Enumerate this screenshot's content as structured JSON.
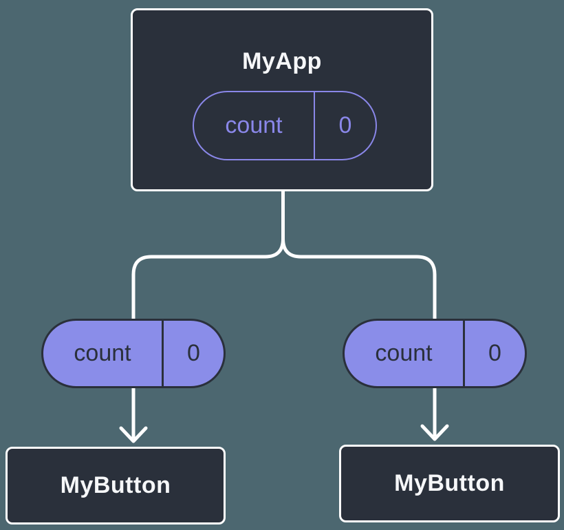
{
  "colors": {
    "background": "#4C6770",
    "node_fill": "#2A303B",
    "node_border": "#FFFFFF",
    "node_text": "#F6F7F9",
    "accent_purple": "#8A8DE9",
    "pill_dark_text": "#2A303B",
    "connector": "#FFFFFF"
  },
  "diagram": {
    "root": {
      "title": "MyApp",
      "state": {
        "key": "count",
        "value": "0"
      }
    },
    "children": [
      {
        "title": "MyButton",
        "prop": {
          "key": "count",
          "value": "0"
        }
      },
      {
        "title": "MyButton",
        "prop": {
          "key": "count",
          "value": "0"
        }
      }
    ]
  }
}
